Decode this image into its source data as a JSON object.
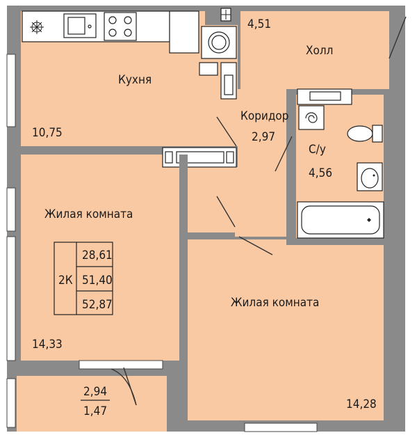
{
  "colors": {
    "room": "#f9c9a3",
    "wall": "#8a8a8a"
  },
  "rooms": {
    "kitchen": {
      "name": "Кухня",
      "area": "10,75"
    },
    "hall": {
      "name": "Холл",
      "area": "4,51"
    },
    "corridor": {
      "name": "Коридор",
      "area": "2,97"
    },
    "bathroom": {
      "name": "С/у",
      "area": "4,56"
    },
    "living1": {
      "name": "Жилая комната",
      "area": "14,33"
    },
    "living2": {
      "name": "Жилая комната",
      "area": "14,28"
    },
    "balcony": {
      "area_full": "2,94",
      "area_reduced": "1,47"
    }
  },
  "summary": {
    "type": "2К",
    "living_area": "28,61",
    "total_area": "51,40",
    "total_with_balcony": "52,87"
  }
}
